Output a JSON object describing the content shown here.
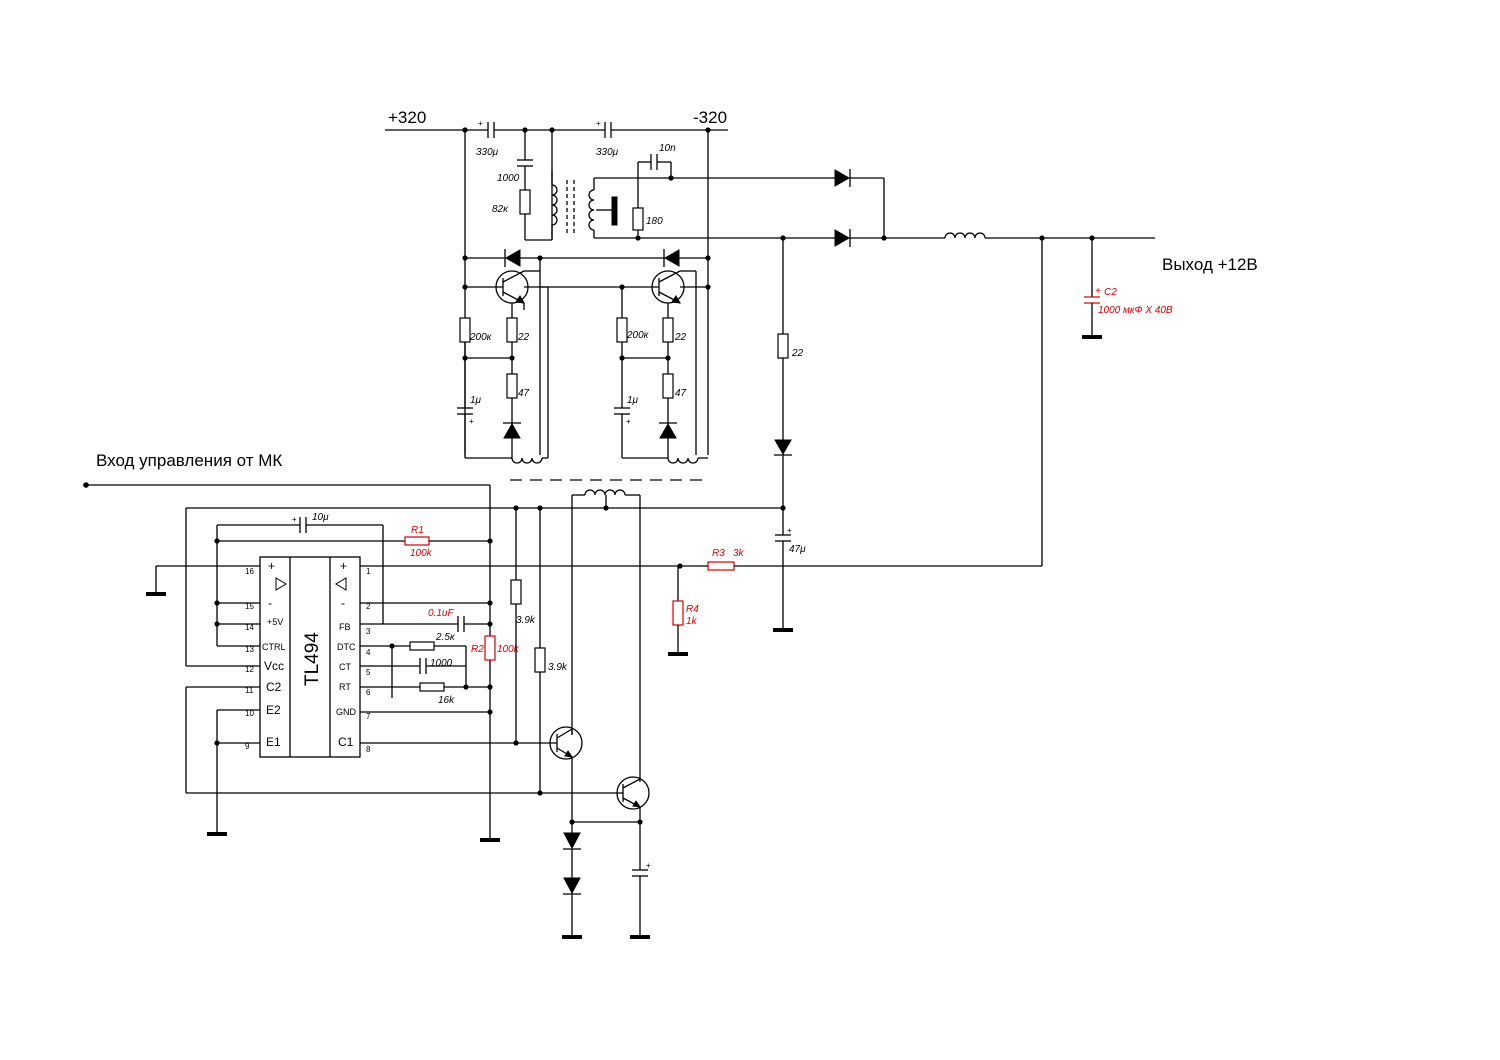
{
  "rails": {
    "pos": "+320",
    "neg": "-320"
  },
  "output": {
    "label": "Выход +12В"
  },
  "control_input": {
    "label": "Вход управления от МК"
  },
  "chip": {
    "name": "TL494",
    "pins_left": [
      {
        "num": "16",
        "name": "+"
      },
      {
        "num": "15",
        "name": "-"
      },
      {
        "num": "14",
        "name": "+5V"
      },
      {
        "num": "13",
        "name": "CTRL"
      },
      {
        "num": "12",
        "name": "Vcc"
      },
      {
        "num": "11",
        "name": "C2"
      },
      {
        "num": "10",
        "name": "E2"
      },
      {
        "num": "9",
        "name": "E1"
      }
    ],
    "pins_right": [
      {
        "num": "1",
        "name": "+"
      },
      {
        "num": "2",
        "name": "-"
      },
      {
        "num": "3",
        "name": "FB"
      },
      {
        "num": "4",
        "name": "DTC"
      },
      {
        "num": "5",
        "name": "CT"
      },
      {
        "num": "6",
        "name": "RT"
      },
      {
        "num": "7",
        "name": "GND"
      },
      {
        "num": "8",
        "name": "C1"
      }
    ]
  },
  "labels": {
    "c_in1": "330μ",
    "c_in2": "330μ",
    "c_1000": "1000",
    "r_82k": "82к",
    "c_10n": "10n",
    "r_180": "180",
    "r_200k_1": "200к",
    "r_22_1": "22",
    "r_200k_2": "200к",
    "r_22_2": "22",
    "c_1u_1": "1μ",
    "c_1u_2": "1μ",
    "r_47_1": "47",
    "r_47_2": "47",
    "r_22_3": "22",
    "c_47u": "47μ",
    "c2_name": "C2",
    "c2_value": "1000 мкФ Х 40В",
    "c_10u": "10μ",
    "r1_name": "R1",
    "r1_value": "100k",
    "r3_name": "R3",
    "r3_value": "3k",
    "r4_name": "R4",
    "r4_value": "1k",
    "c_01uF": "0.1uF",
    "r_2_5k": "2.5к",
    "r2_name": "R2",
    "r2_value": "100k",
    "c_ct": "1000",
    "r_16k": "16k",
    "r_3_9k_1": "3.9k",
    "r_3_9k_2": "3.9k"
  }
}
